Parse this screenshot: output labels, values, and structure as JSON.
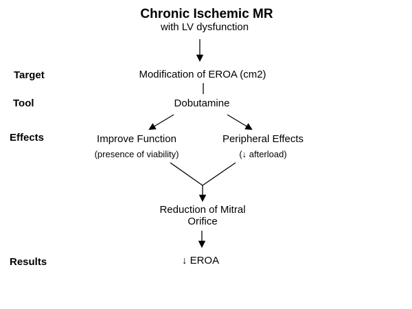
{
  "colors": {
    "background": "#ffffff",
    "text": "#000000",
    "line": "#000000"
  },
  "title": {
    "main": "Chronic Ischemic MR",
    "subtitle": "with LV dysfunction"
  },
  "row_labels": [
    {
      "label": "Target"
    },
    {
      "label": "Tool"
    },
    {
      "label": "Effects"
    },
    {
      "label": "Results"
    }
  ],
  "nodes": {
    "target": "Modification of EROA (cm2)",
    "tool": "Dobutamine",
    "effect_left": {
      "title": "Improve Function",
      "subtitle": "(presence of viability)"
    },
    "effect_right": {
      "title": "Peripheral Effects",
      "subtitle": "(↓ afterload)"
    },
    "reduction": {
      "line1": "Reduction of Mitral",
      "line2": "Orifice"
    },
    "result": "↓ EROA"
  },
  "edges": [
    {
      "from": "title",
      "to": "modification-of-eroa",
      "arrowhead": true
    },
    {
      "from": "modification-of-eroa",
      "to": "dobutamine",
      "arrowhead": false
    },
    {
      "from": "dobutamine",
      "to": "improve-function",
      "arrowhead": true
    },
    {
      "from": "dobutamine",
      "to": "peripheral-effects",
      "arrowhead": true
    },
    {
      "from": "improve-function",
      "to": "reduction-of-mitral-orifice",
      "arrowhead": true
    },
    {
      "from": "peripheral-effects",
      "to": "reduction-of-mitral-orifice",
      "arrowhead": true
    },
    {
      "from": "reduction-of-mitral-orifice",
      "to": "eroa-result",
      "arrowhead": true
    }
  ]
}
